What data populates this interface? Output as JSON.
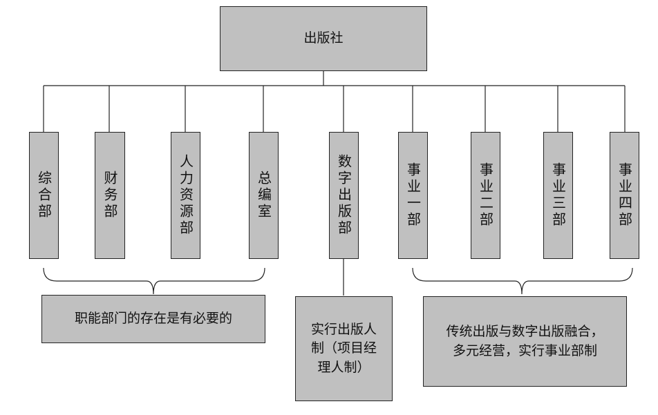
{
  "root": {
    "label": "出版社"
  },
  "departments": [
    {
      "id": "zonghe",
      "label": "综合部"
    },
    {
      "id": "caiwu",
      "label": "财务部"
    },
    {
      "id": "renli",
      "label": "人力资源部"
    },
    {
      "id": "zongbian",
      "label": "总编室"
    },
    {
      "id": "shuzi",
      "label": "数字出版部"
    },
    {
      "id": "shiye1",
      "label": "事业一部"
    },
    {
      "id": "shiye2",
      "label": "事业二部"
    },
    {
      "id": "shiye3",
      "label": "事业三部"
    },
    {
      "id": "shiye4",
      "label": "事业四部"
    }
  ],
  "notes": {
    "functional": "职能部门的存在是有必要的",
    "digital_line1": "实行出版人",
    "digital_line2": "制（项目经",
    "digital_line3": "理人制）",
    "business_line1": "传统出版与数字出版融合，",
    "business_line2": "多元经营，实行事业部制"
  }
}
